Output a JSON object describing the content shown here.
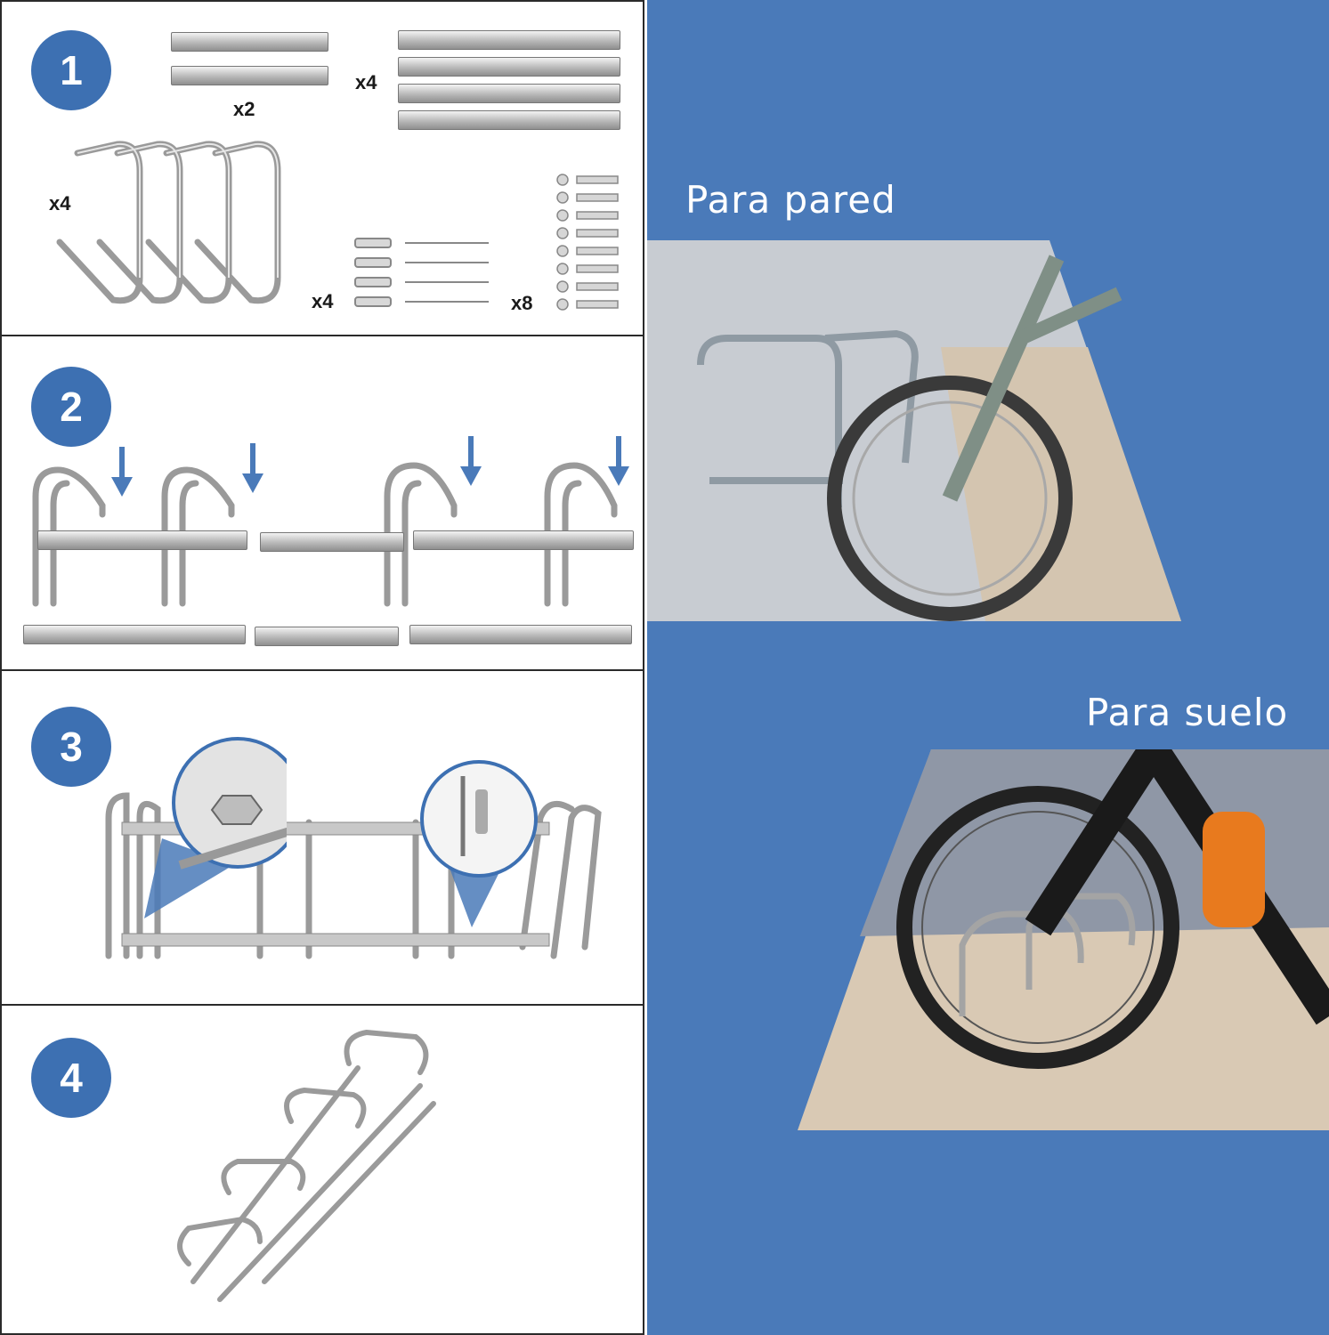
{
  "steps": [
    {
      "number": "1",
      "quantities": [
        "x2",
        "x4",
        "x4",
        "x4",
        "x8"
      ]
    },
    {
      "number": "2"
    },
    {
      "number": "3"
    },
    {
      "number": "4"
    }
  ],
  "captions": {
    "wall": "Para pared",
    "floor": "Para suelo"
  },
  "colors": {
    "background_blue": "#4a7ab9",
    "badge_blue": "#3d70b2",
    "arrow_blue": "#4a7ab9",
    "panel_white": "#ffffff"
  },
  "icons": [
    "down-arrow-icon",
    "magnifier-callout-icon"
  ]
}
